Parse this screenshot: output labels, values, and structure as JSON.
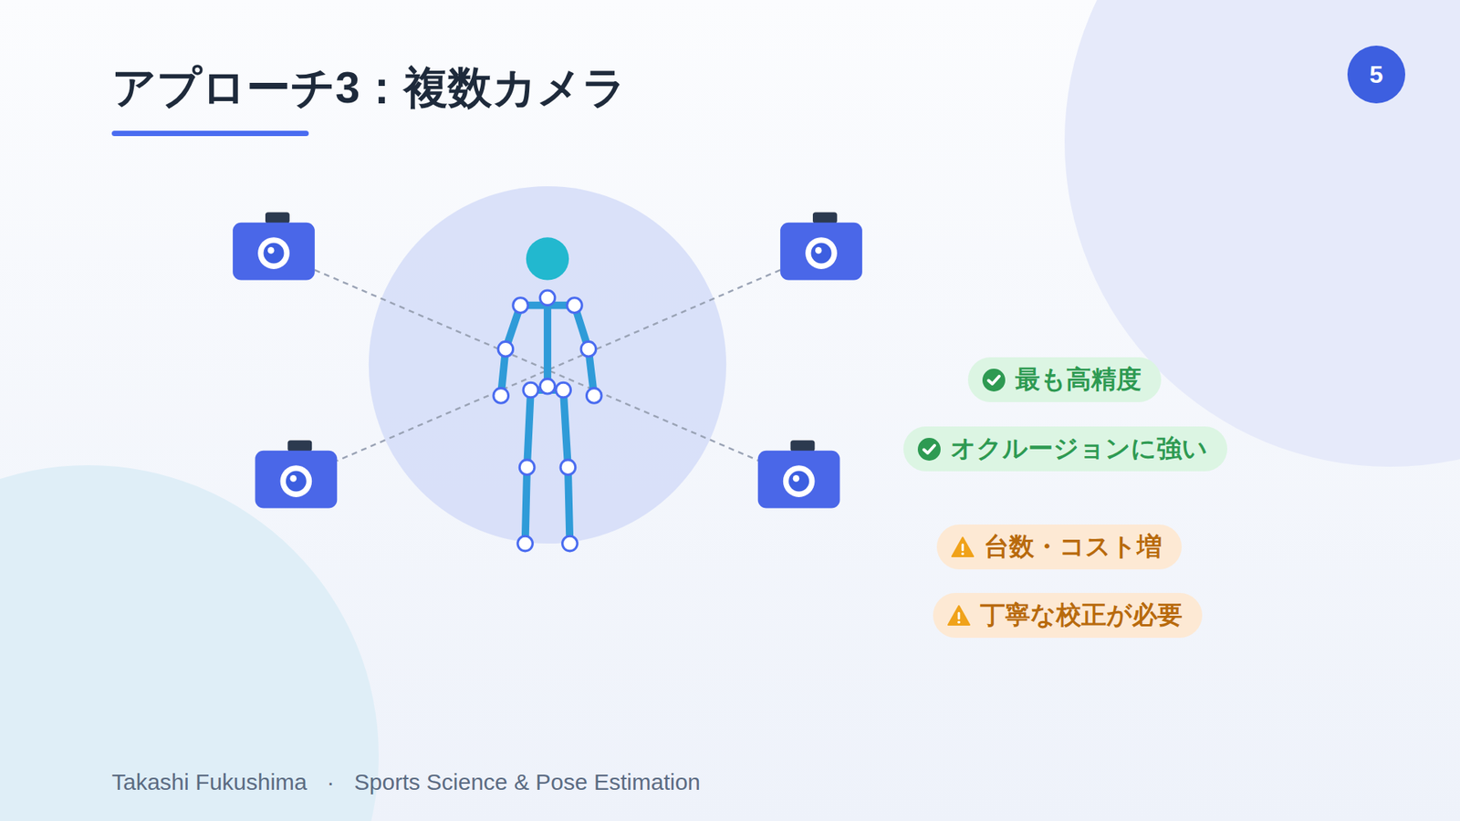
{
  "diagram": {
    "title": "アプローチ3：複数カメラ",
    "nodes": [
      {
        "text": [
          "5"
        ]
      },
      {
        "text": [
          "最も高精度"
        ]
      },
      {
        "text": [
          "オクルージョンに強い"
        ]
      },
      {
        "text": [
          "台数・コスト増"
        ]
      },
      {
        "text": [
          "丁寧な校正が必要"
        ]
      }
    ],
    "labels": [
      "Takashi Fukushima",
      "·",
      "Sports Science & Pose Estimation"
    ]
  }
}
